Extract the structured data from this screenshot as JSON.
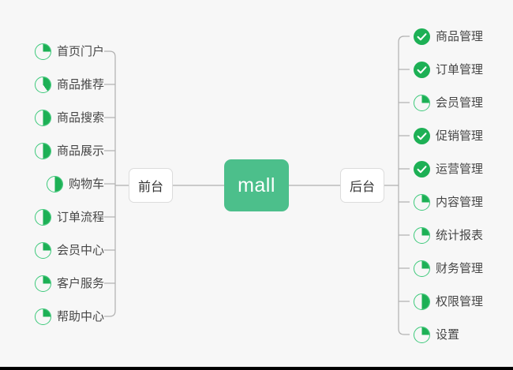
{
  "diagram": {
    "type": "mindmap",
    "background_color": "#f7f7f7",
    "accent_color": "#4cbf8b",
    "check_color": "#1db055",
    "ring_color": "#3cc97a",
    "connector_color": "#b0b0b0",
    "center": {
      "label": "mall"
    },
    "branches": [
      {
        "id": "front",
        "label": "前台",
        "side": "left",
        "items": [
          {
            "label": "首页门户",
            "icon": "pie-progress-icon",
            "progress": 25,
            "status": "in-progress"
          },
          {
            "label": "商品推荐",
            "icon": "pie-progress-icon",
            "progress": 40,
            "status": "in-progress"
          },
          {
            "label": "商品搜索",
            "icon": "pie-progress-icon",
            "progress": 50,
            "status": "in-progress"
          },
          {
            "label": "商品展示",
            "icon": "pie-progress-icon",
            "progress": 50,
            "status": "in-progress"
          },
          {
            "label": "购物车",
            "icon": "pie-progress-icon",
            "progress": 50,
            "status": "in-progress"
          },
          {
            "label": "订单流程",
            "icon": "pie-progress-icon",
            "progress": 50,
            "status": "in-progress"
          },
          {
            "label": "会员中心",
            "icon": "pie-progress-icon",
            "progress": 25,
            "status": "in-progress"
          },
          {
            "label": "客户服务",
            "icon": "pie-progress-icon",
            "progress": 25,
            "status": "in-progress"
          },
          {
            "label": "帮助中心",
            "icon": "pie-progress-icon",
            "progress": 25,
            "status": "in-progress"
          }
        ]
      },
      {
        "id": "back",
        "label": "后台",
        "side": "right",
        "items": [
          {
            "label": "商品管理",
            "icon": "check-circle-icon",
            "progress": 100,
            "status": "done"
          },
          {
            "label": "订单管理",
            "icon": "check-circle-icon",
            "progress": 100,
            "status": "done"
          },
          {
            "label": "会员管理",
            "icon": "pie-progress-icon",
            "progress": 25,
            "status": "in-progress"
          },
          {
            "label": "促销管理",
            "icon": "check-circle-icon",
            "progress": 100,
            "status": "done"
          },
          {
            "label": "运营管理",
            "icon": "check-circle-icon",
            "progress": 100,
            "status": "done"
          },
          {
            "label": "内容管理",
            "icon": "pie-progress-icon",
            "progress": 25,
            "status": "in-progress"
          },
          {
            "label": "统计报表",
            "icon": "pie-progress-icon",
            "progress": 25,
            "status": "in-progress"
          },
          {
            "label": "财务管理",
            "icon": "pie-progress-icon",
            "progress": 25,
            "status": "in-progress"
          },
          {
            "label": "权限管理",
            "icon": "pie-progress-icon",
            "progress": 50,
            "status": "in-progress"
          },
          {
            "label": "设置",
            "icon": "pie-progress-icon",
            "progress": 25,
            "status": "in-progress"
          }
        ]
      }
    ]
  }
}
